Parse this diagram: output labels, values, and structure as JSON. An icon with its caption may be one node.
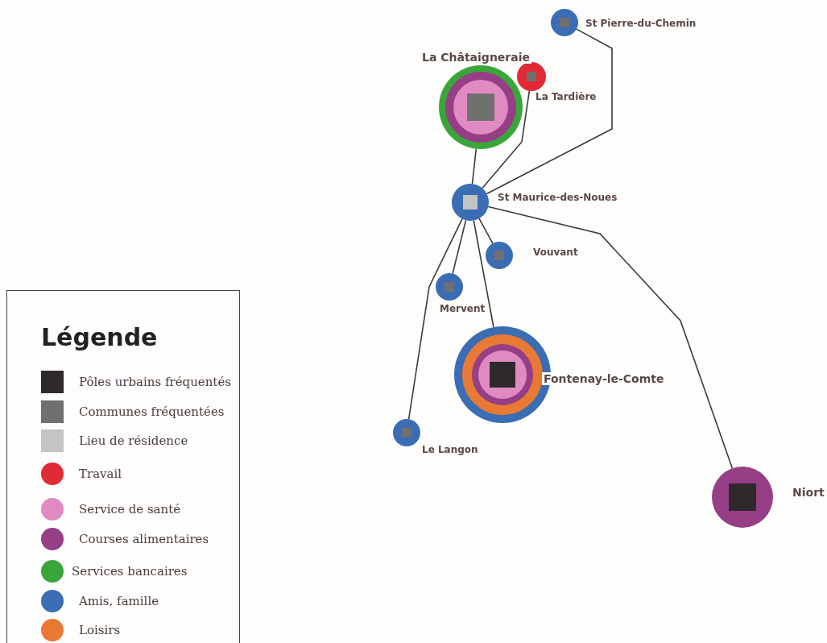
{
  "diagram": {
    "nodes": [
      {
        "text": [
          "La Châtaigneraie"
        ]
      },
      {
        "text": [
          "St Pierre-du-Chemin"
        ]
      },
      {
        "text": [
          "La Tardière"
        ]
      },
      {
        "text": [
          "St Maurice-des-Noues"
        ]
      },
      {
        "text": [
          "Vouvant"
        ]
      },
      {
        "text": [
          "Mervent"
        ]
      },
      {
        "text": [
          "Fontenay-le-Comte"
        ]
      },
      {
        "text": [
          "Le Langon"
        ]
      },
      {
        "text": [
          "Niort"
        ]
      }
    ],
    "edges": [
      {
        "from": 3,
        "to": 0,
        "arrow": "none"
      },
      {
        "from": 3,
        "to": 2,
        "arrow": "none"
      },
      {
        "from": 3,
        "to": 1,
        "arrow": "none"
      },
      {
        "from": 3,
        "to": 4,
        "arrow": "none"
      },
      {
        "from": 3,
        "to": 5,
        "arrow": "none"
      },
      {
        "from": 3,
        "to": 7,
        "arrow": "none"
      },
      {
        "from": 3,
        "to": 6,
        "arrow": "none"
      },
      {
        "from": 3,
        "to": 8,
        "arrow": "none"
      }
    ],
    "labels": [
      "Légende"
    ],
    "legend": [
      {
        "text": "Pôles urbains fréquentés",
        "color": "#2e2a2b"
      },
      {
        "text": "Communes fréquentées",
        "color": "#707070"
      },
      {
        "text": "Lieu de résidence",
        "color": "#c4c4c4"
      },
      {
        "text": "Travail",
        "color": "#e02a35"
      },
      {
        "text": "Service de santé",
        "color": "#e08ac2"
      },
      {
        "text": "Courses alimentaires",
        "color": "#963e86"
      },
      {
        "text": "Services bancaires",
        "color": "#3aa63a"
      },
      {
        "text": "Amis, famille",
        "color": "#3a6db3"
      },
      {
        "text": "Loisirs",
        "color": "#e87a35"
      }
    ]
  }
}
